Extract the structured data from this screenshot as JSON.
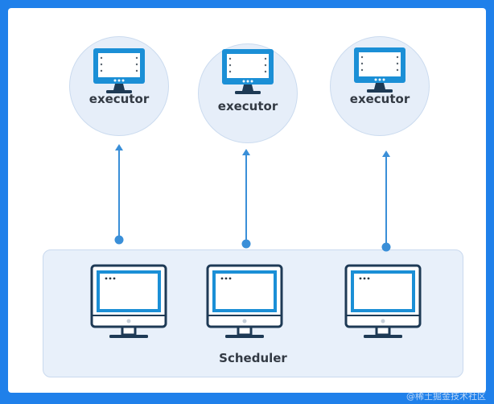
{
  "executors": [
    {
      "label": "executor"
    },
    {
      "label": "executor"
    },
    {
      "label": "executor"
    }
  ],
  "scheduler": {
    "label": "Scheduler"
  },
  "watermark": "@稀土掘金技术社区",
  "colors": {
    "frame": "#1f80ea",
    "accent": "#1b8fd6",
    "monitor_outline": "#1e3a55",
    "circle_fill": "#e6eef9",
    "box_fill": "#e8f0fa"
  }
}
